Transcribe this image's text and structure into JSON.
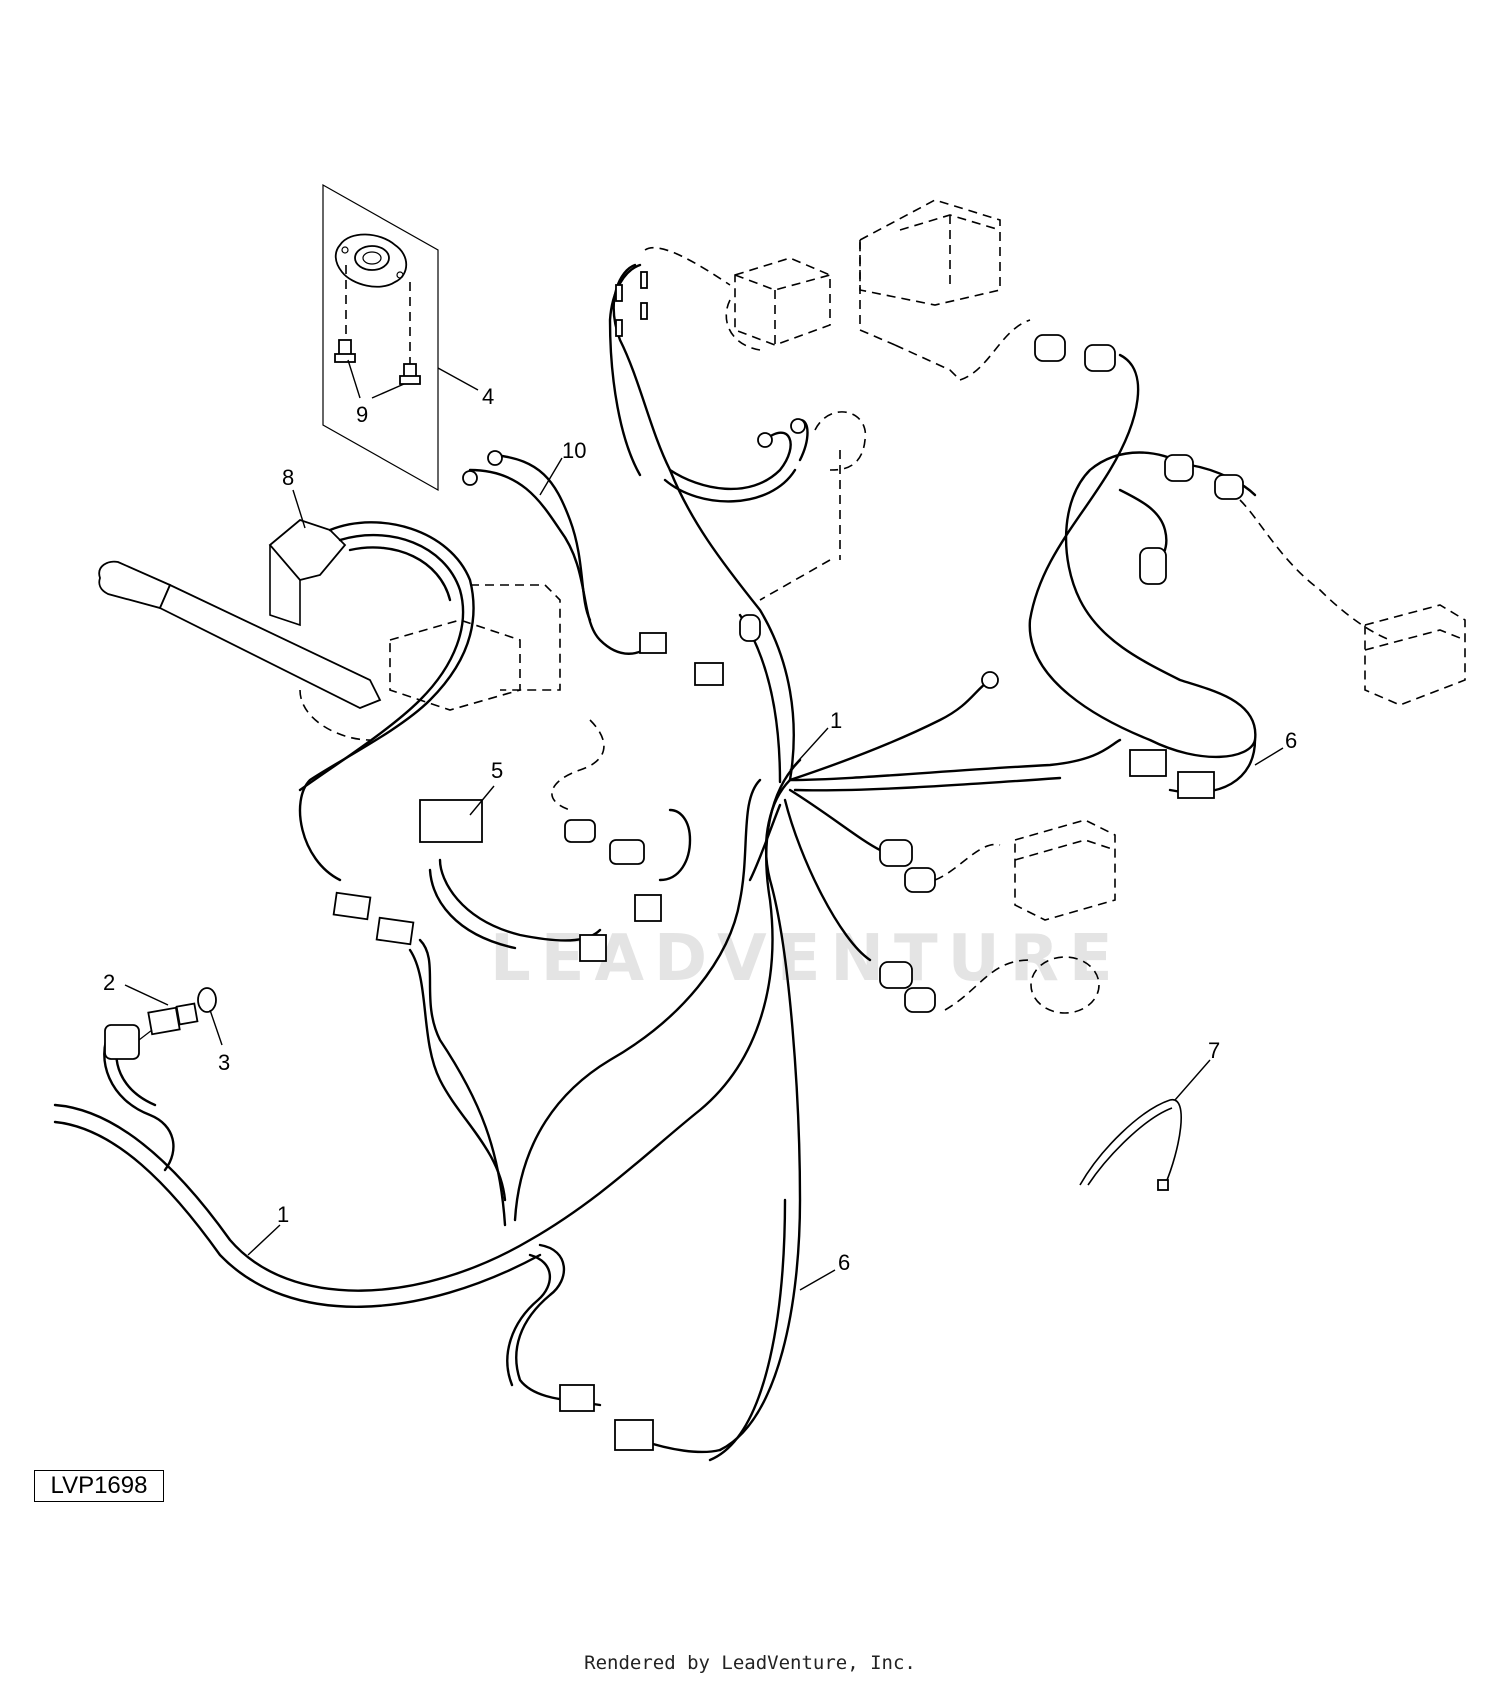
{
  "diagram": {
    "reference_code": "LVP1698",
    "watermark": "LEADVENTURE",
    "footer": "Rendered by LeadVenture, Inc.",
    "callouts": [
      {
        "id": "1a",
        "label": "1"
      },
      {
        "id": "1b",
        "label": "1"
      },
      {
        "id": "2",
        "label": "2"
      },
      {
        "id": "3",
        "label": "3"
      },
      {
        "id": "4",
        "label": "4"
      },
      {
        "id": "5",
        "label": "5"
      },
      {
        "id": "6a",
        "label": "6"
      },
      {
        "id": "6b",
        "label": "6"
      },
      {
        "id": "7",
        "label": "7"
      },
      {
        "id": "8",
        "label": "8"
      },
      {
        "id": "9",
        "label": "9"
      },
      {
        "id": "10",
        "label": "10"
      }
    ]
  }
}
